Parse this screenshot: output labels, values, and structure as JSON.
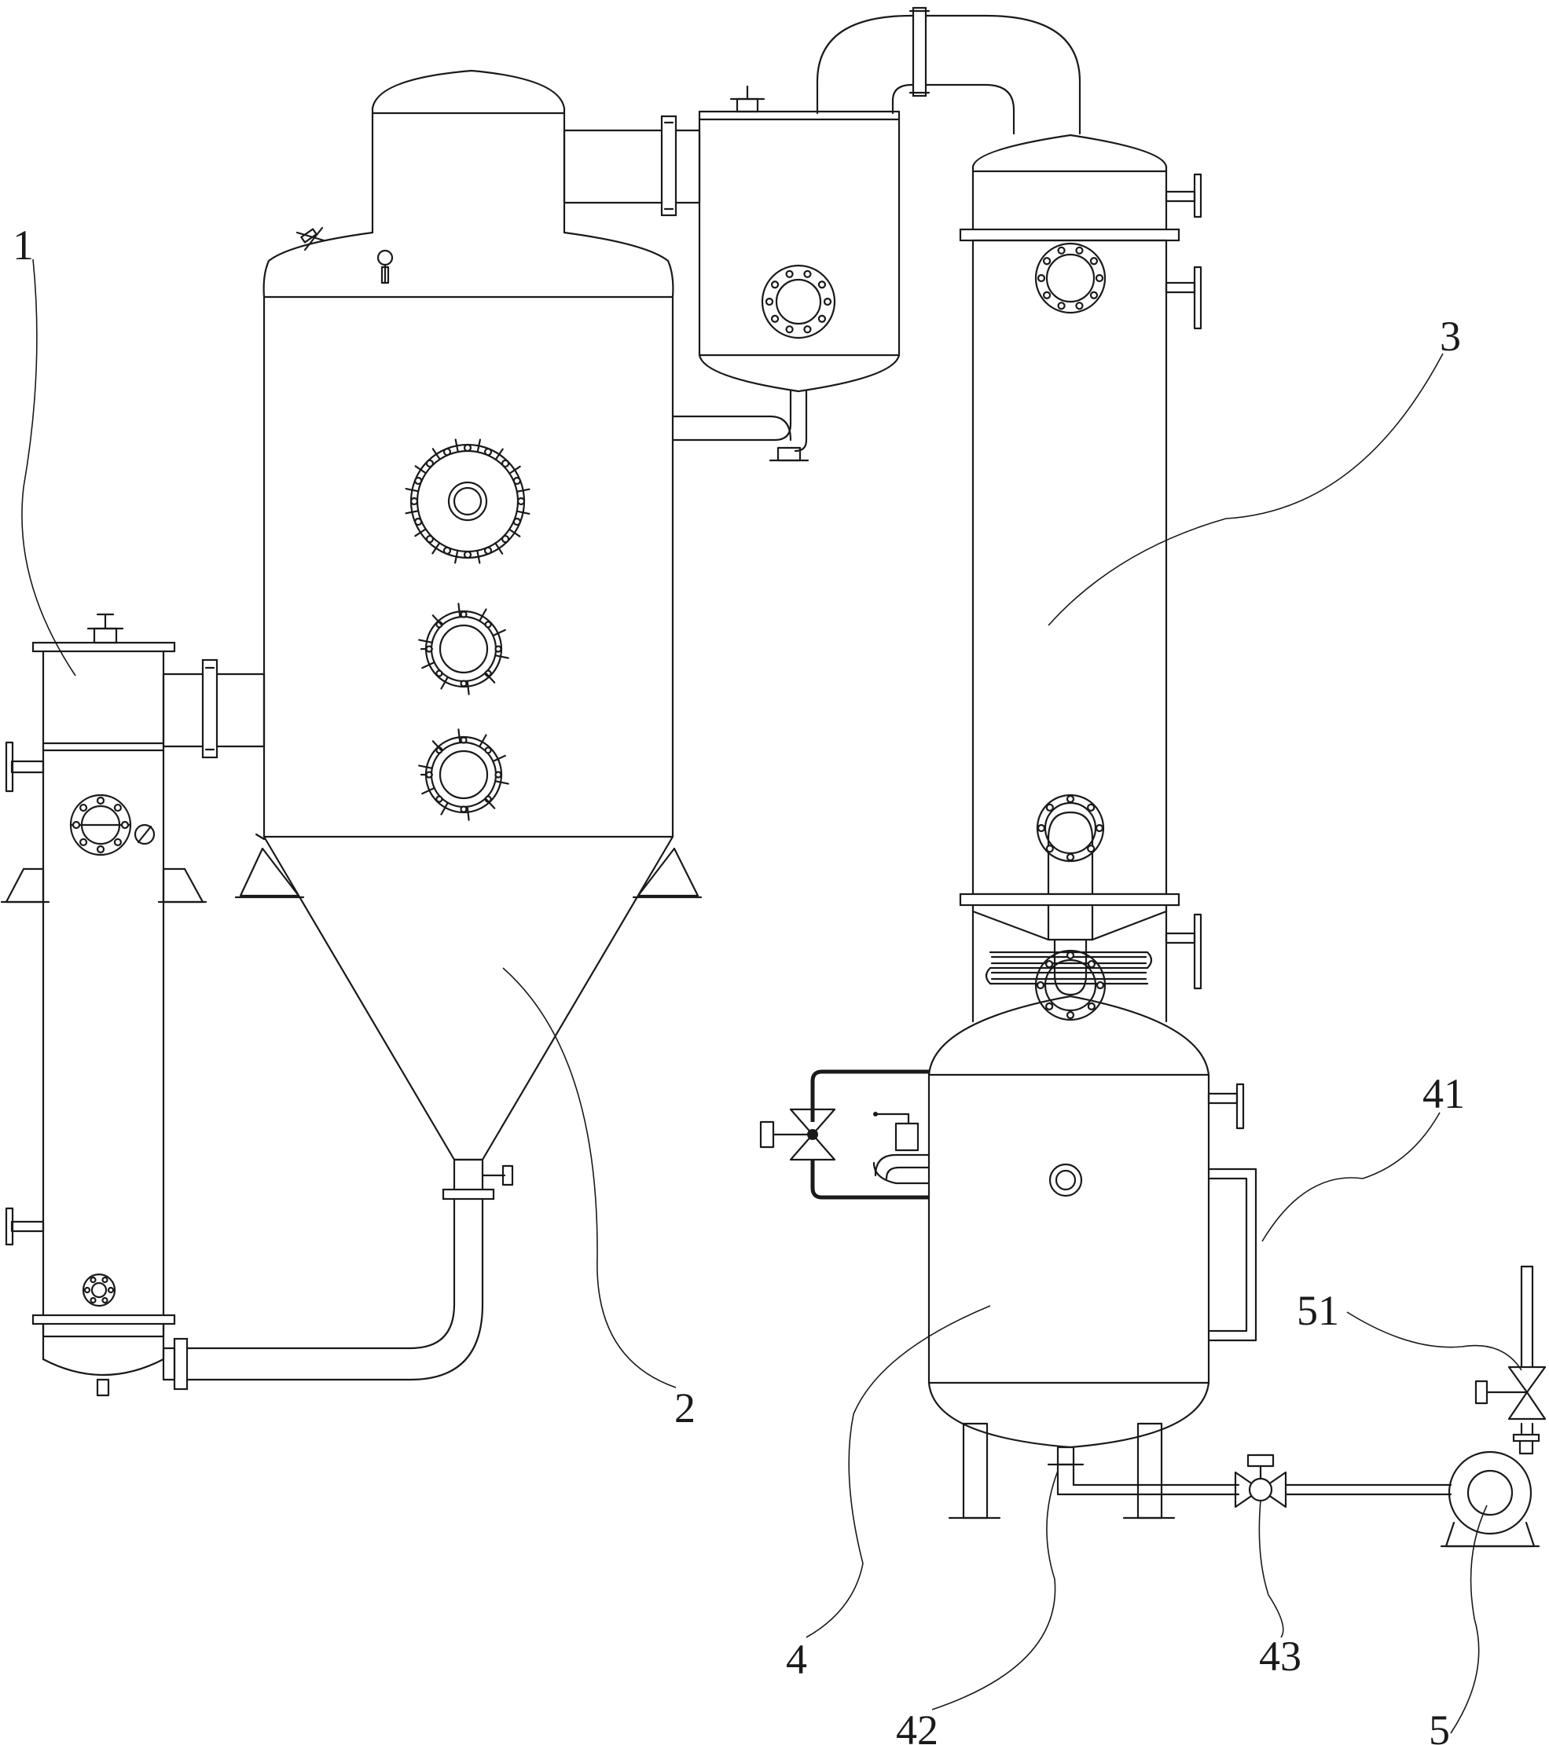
{
  "labels": {
    "l1": "1",
    "l2": "2",
    "l3": "3",
    "l4": "4",
    "l41": "41",
    "l42": "42",
    "l43": "43",
    "l5": "5",
    "l51": "51"
  }
}
